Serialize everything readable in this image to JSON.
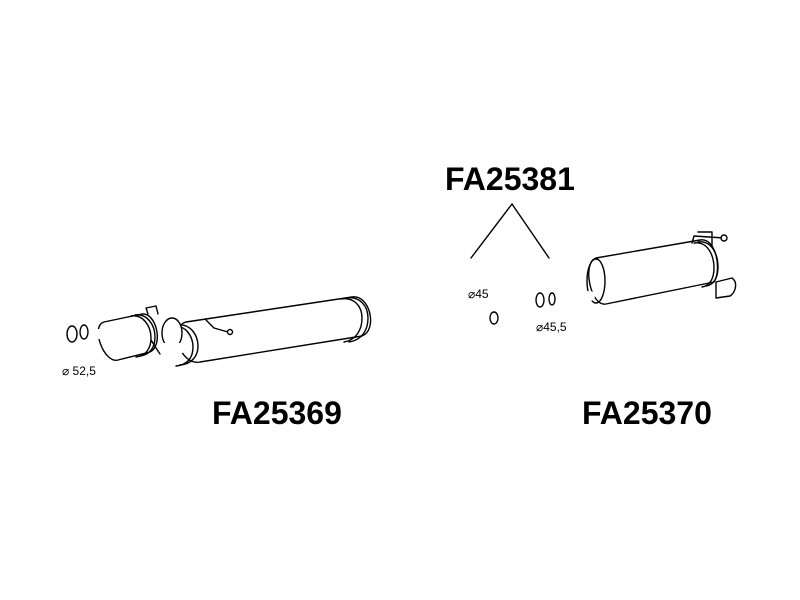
{
  "parts": {
    "front": {
      "code": "FA25369",
      "diameter_label": "⌀ 52,5"
    },
    "middle": {
      "code": "FA25381",
      "diameter_label": "⌀45"
    },
    "rear": {
      "code": "FA25370",
      "diameter_label": "⌀45,5"
    }
  }
}
